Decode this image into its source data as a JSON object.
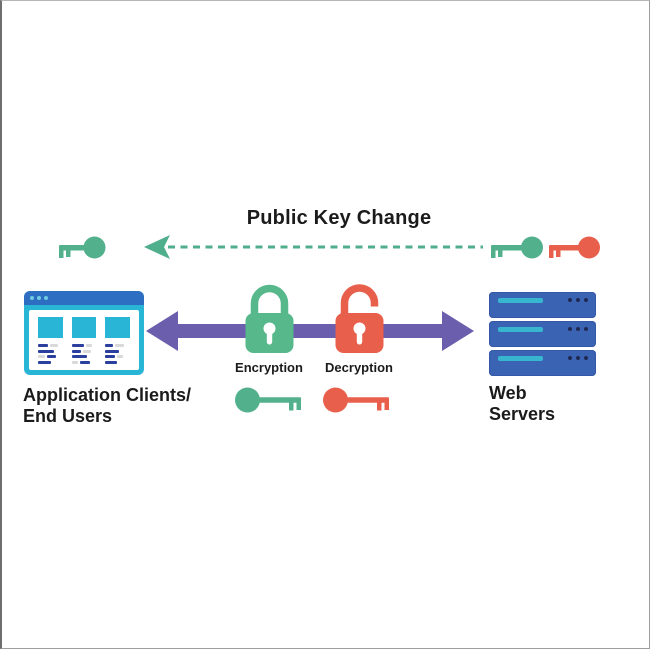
{
  "diagram": {
    "title": "Public Key Change",
    "top_flow": {
      "style": "dashed-arrow",
      "direction": "right-to-left",
      "keys": [
        "green-key-left",
        "green-key-right",
        "red-key-right"
      ]
    },
    "middle_flow": {
      "style": "double-headed-arrow",
      "encryption_label": "Encryption",
      "decryption_label": "Decryption"
    },
    "nodes": {
      "client": {
        "label_line1": "Application Clients/",
        "label_line2": "End Users"
      },
      "server": {
        "label": "Web Servers"
      }
    },
    "icons": {
      "client": "browser-window-icon",
      "server": "server-stack-icon",
      "encryption": "closed-padlock-icon",
      "decryption": "open-padlock-icon",
      "public_key": "key-icon"
    },
    "colors": {
      "green": "#57b88c",
      "teal_arrow": "#4fae8b",
      "red": "#e8604b",
      "purple": "#6a5ead",
      "cyan": "#29b5d6",
      "window_blue": "#2d6ec3",
      "server_blue": "#3b63b4",
      "server_accent": "#38b6cf",
      "text": "#1b1b1b"
    }
  }
}
